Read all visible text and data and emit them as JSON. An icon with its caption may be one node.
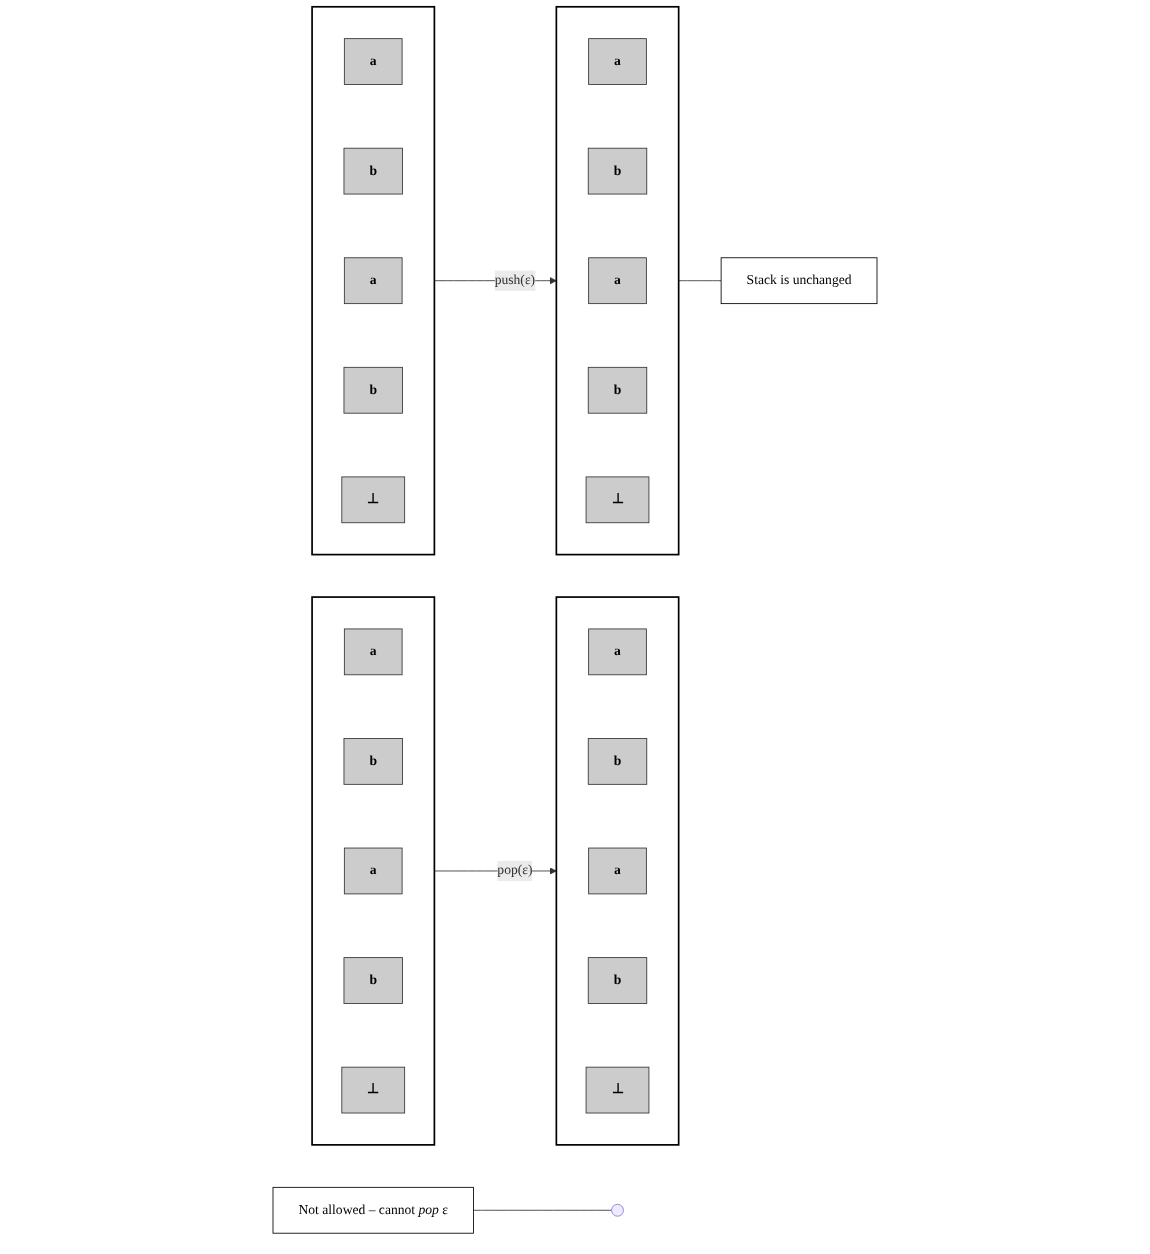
{
  "diagram": {
    "nodes": [
      {
        "text": [],
        "shape": "box"
      },
      {
        "text": [
          "a"
        ],
        "in": 0
      },
      {
        "text": [
          "b"
        ],
        "in": 0
      },
      {
        "text": [
          "a"
        ],
        "in": 0
      },
      {
        "text": [
          "b"
        ],
        "in": 0
      },
      {
        "text": [
          "⊥"
        ],
        "in": 0
      },
      {
        "text": [],
        "shape": "box"
      },
      {
        "text": [
          "a"
        ],
        "in": 6
      },
      {
        "text": [
          "b"
        ],
        "in": 6
      },
      {
        "text": [
          "a"
        ],
        "in": 6
      },
      {
        "text": [
          "b"
        ],
        "in": 6
      },
      {
        "text": [
          "⊥"
        ],
        "in": 6
      },
      {
        "text": [
          "Stack is unchanged"
        ]
      },
      {
        "text": [],
        "shape": "box"
      },
      {
        "text": [
          "a"
        ],
        "in": 13
      },
      {
        "text": [
          "b"
        ],
        "in": 13
      },
      {
        "text": [
          "a"
        ],
        "in": 13
      },
      {
        "text": [
          "b"
        ],
        "in": 13
      },
      {
        "text": [
          "⊥"
        ],
        "in": 13
      },
      {
        "text": [],
        "shape": "box"
      },
      {
        "text": [
          "a"
        ],
        "in": 19
      },
      {
        "text": [
          "b"
        ],
        "in": 19
      },
      {
        "text": [
          "a"
        ],
        "in": 19
      },
      {
        "text": [
          "b"
        ],
        "in": 19
      },
      {
        "text": [
          "⊥"
        ],
        "in": 19
      },
      {
        "text": [
          "Not allowed – cannot *pop* ε"
        ]
      }
    ],
    "edges": [
      {
        "from": 0,
        "to": 6,
        "arrow": "to",
        "label": "push(ε)"
      },
      {
        "from": 12,
        "to": 6,
        "arrow": "none"
      },
      {
        "from": 13,
        "to": 19,
        "arrow": "to",
        "label": "pop(ε)"
      },
      {
        "from": 25,
        "to": null,
        "arrow": "none"
      }
    ]
  }
}
